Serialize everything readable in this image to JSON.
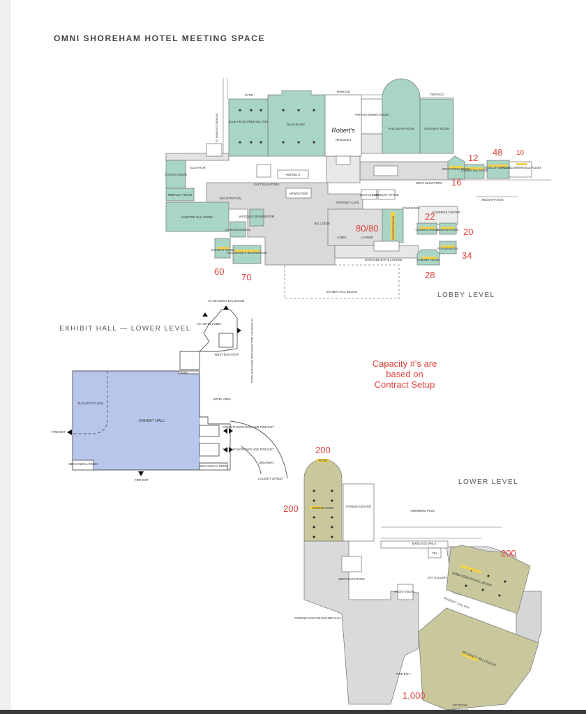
{
  "title": "OMNI SHOREHAM HOTEL MEETING SPACE",
  "levels": {
    "lobby": "LOBBY LEVEL",
    "exhibit": "EXHIBIT HALL — LOWER LEVEL",
    "lower": "LOWER LEVEL"
  },
  "note": "Capacity #'s are based on Contract Setup",
  "colors": {
    "lobby_rooms": "#a9d6c4",
    "exhibit_hall": "#b8c6ec",
    "lower_rooms": "#c9c89c",
    "highlight": "#f2d24b",
    "capacity": "#e0443c"
  },
  "lobby": {
    "rooms": {
      "blue_prefunction": "BLUE ROOM PREFUNCTION",
      "blue_room": "BLUE ROOM",
      "palladian": "PALLADIAN ROOM",
      "diplomat": "DIPLOMAT ROOM",
      "capitol": "CAPITOL ROOM",
      "embassy": "EMBASSY ROOM",
      "hampton": "HAMPTON BALLROOM",
      "calvert": "CALVERT ROOM",
      "governors": "GOVERNOR'S BOARDROOM",
      "directors": "DIRECTOR'S ROOM",
      "committee": "COMMITTEE ROOM",
      "executive": "EXECUTIVE ROOM",
      "sales": "SALES CONFERENCE ROOM",
      "council": "COUNCIL ROOM",
      "senate": "SENATE ROOM",
      "forum": "FORUM ROOM",
      "cabinet": "CABINET ROOM",
      "congressional": "CONGRESSIONAL",
      "private_dining": "PRIVATE DINING ROOM",
      "robert": "Robert's",
      "restaurant": "Restaurant",
      "woodley": "WOODLEY BOARDROOM"
    },
    "labels": {
      "patio": "PATIO",
      "terrace1": "TERRACE",
      "terrace2": "TERRACE",
      "elevator": "ELEVATOR",
      "horsels": "HORSEL'S",
      "east_elevators": "EAST ELEVATORS",
      "newsstand": "NEWSSTAND",
      "registration": "REGISTRATION",
      "internet_cafe": "INTERNET CAFE",
      "coat_check": "COAT CHECK",
      "jewelry_store": "JEWELRY STORE",
      "business_center": "BUSINESS CENTER",
      "lobby": "LOBBY",
      "lounge": "LOUNGE",
      "marquee_bar": "MARQUEE BAR & LOUNGE",
      "exhibit_below": "EXHIBIT HALL BELOW",
      "to_parking": "TO PARKING GARAGE",
      "west_elevators": "WEST ELEVATORS",
      "registration2": "REGISTRATION",
      "concierge": "CONCIERGE",
      "bell_desk": "BELL DESK"
    },
    "capacities": {
      "c12": "12",
      "c48": "48",
      "c10": "10",
      "c16": "16",
      "c22": "22",
      "c80": "80/80",
      "c20": "20",
      "c34": "34",
      "c28": "28",
      "c60": "60",
      "c70": "70"
    }
  },
  "exhibit": {
    "hall": "EXHIBIT HALL",
    "elevated": "ELEVATED FLOOR",
    "mech1": "MECHANICAL ROOM",
    "mech2": "MECHANICAL ROOM",
    "hotel_area": "HOTEL AREA",
    "freight_entrance1": "FREIGHT ENTRANCE AND FIRE EXIT",
    "freight_entrance2": "FREIGHT ENTRANCE AND FIRE EXIT",
    "fire_exit_left": "FIRE EXIT",
    "fire_exit_bottom": "FIRE EXIT",
    "driveway": "DRIVEWAY",
    "calvert_street": "CALVERT STREET",
    "to_diplomat": "TO DIPLOMAT BALLROOM",
    "to_hotel_lobby": "TO HOTEL LOBBY",
    "to_regency": "TO REGENCY BALLROOM AND BIRDCAGE WALK",
    "west_elevator": "WEST ELEVATOR",
    "ramp": "Ramp"
  },
  "lower": {
    "rooms": {
      "empire": "EMPIRE ROOM",
      "ambassador": "AMBASSADOR BALLROOM",
      "regency": "REGENCY BALLROOM"
    },
    "labels": {
      "patio": "PATIO",
      "fitness": "FITNESS CENTER",
      "pool": "SWIMMING POOL",
      "birdcage": "BIRDCAGE WALK",
      "west_elevators": "WEST ELEVATORS",
      "audio_visual": "AUDIO VISUAL",
      "parking": "PARKING GARAGE/ EXHIBIT HALL",
      "regency_gallery": "REGENCY GALLERY",
      "fire_exit": "FIRE EXIT",
      "vip_room": "VIP ROOM",
      "tel": "TEL",
      "art_gallery": "ART GALLERY"
    },
    "capacities": {
      "patio": "200",
      "empire": "200",
      "ambassador": "200",
      "regency": "1,000"
    }
  }
}
